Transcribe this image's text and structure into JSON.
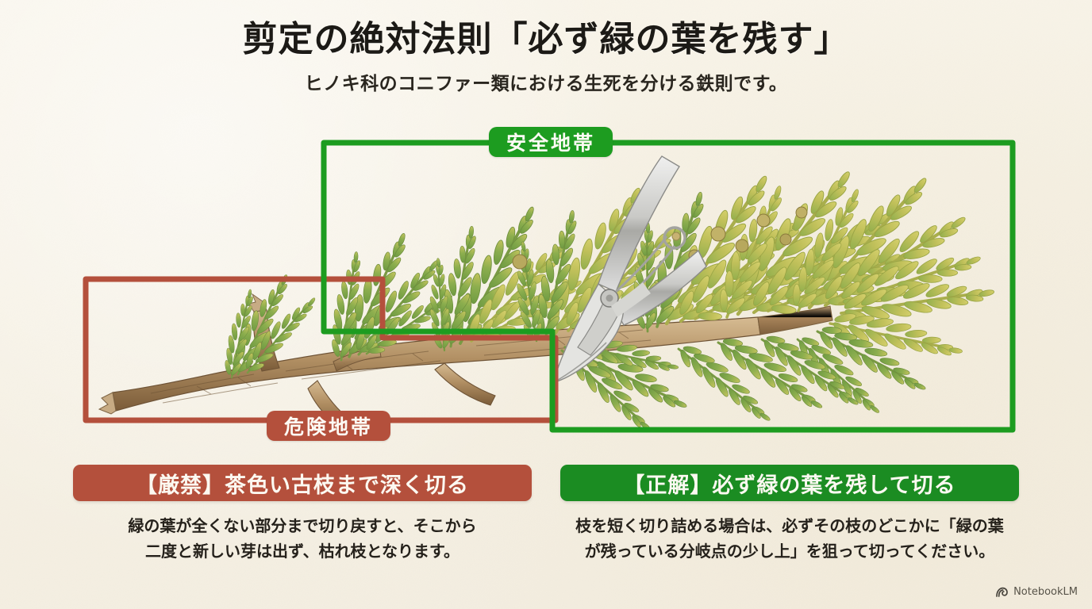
{
  "header": {
    "title": "剪定の絶対法則「必ず緑の葉を残す」",
    "subtitle": "ヒノキ科のコニファー類における生死を分ける鉄則です。"
  },
  "zones": {
    "safe": {
      "label": "安全地帯",
      "color": "#1d9c20"
    },
    "danger": {
      "label": "危険地帯",
      "color": "#b4503c"
    }
  },
  "panels": [
    {
      "id": "prohibited",
      "banner": "【厳禁】茶色い古枝まで深く切る",
      "body_line1": "緑の葉が全くない部分まで切り戻すと、そこから",
      "body_line2": "二度と新しい芽は出ず、枯れ枝となります。",
      "color": "#b4503c"
    },
    {
      "id": "correct",
      "banner": "【正解】必ず緑の葉を残して切る",
      "body_line1": "枝を短く切り詰める場合は、必ずその枝のどこかに「緑の葉",
      "body_line2": "が残っている分岐点の少し上」を狙って切ってください。",
      "color": "#1b8c22"
    }
  ],
  "illustration": {
    "alt": "ヒノキ科コニファーの枝と剪定バサミのイラスト",
    "branch_color": "#9c7b52",
    "foliage_green": "#7fa64a",
    "foliage_yellow": "#c3c martyr"
  },
  "watermark": {
    "label": "NotebookLM",
    "icon": "notebooklm-icon"
  },
  "background": {
    "color": "#f6f1e4"
  }
}
